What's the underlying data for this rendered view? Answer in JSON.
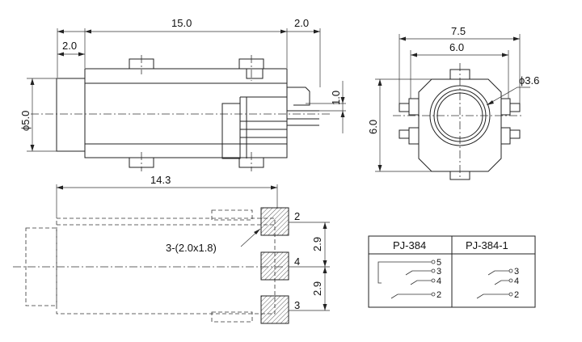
{
  "diagram": {
    "side_view": {
      "dim_length": "15.0",
      "dim_front": "2.0",
      "dim_rear": "2.0",
      "dim_diameter": "ϕ5.0",
      "dim_pin": "1.0"
    },
    "front_view": {
      "dim_width_outer": "7.5",
      "dim_width_inner": "6.0",
      "dim_height": "6.0",
      "dim_hole": "ϕ3.6"
    },
    "footprint": {
      "dim_length": "14.3",
      "pad_note": "3-(2.0x1.8)",
      "dim_pitch_1": "2.9",
      "dim_pitch_2": "2.9",
      "pad_labels": [
        "2",
        "4",
        "3"
      ]
    },
    "schematic": {
      "models": [
        "PJ-384",
        "PJ-384-1"
      ],
      "left_pins": [
        "5",
        "3",
        "4",
        "2"
      ],
      "right_pins": [
        "3",
        "4",
        "2"
      ]
    }
  }
}
